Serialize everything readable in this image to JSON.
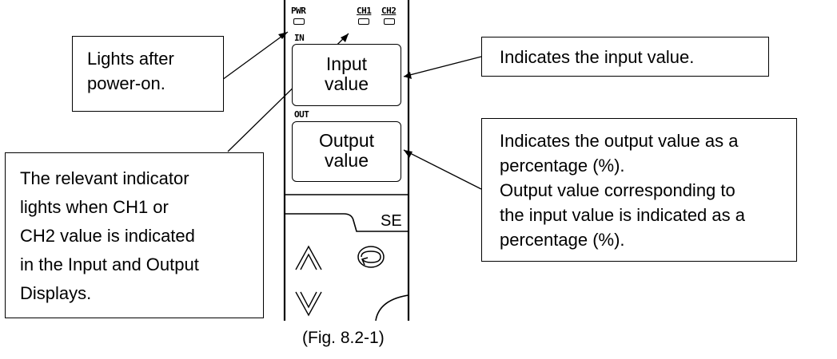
{
  "panel": {
    "indicators": {
      "pwr": "PWR",
      "ch1": "CH1",
      "ch2": "CH2"
    },
    "in_label": "IN",
    "out_label": "OUT",
    "input_display": {
      "line1": "Input",
      "line2": "value"
    },
    "output_display": {
      "line1": "Output",
      "line2": "value"
    },
    "key_area_label": "SE",
    "icons": [
      "up-arrow-key-icon",
      "mode-cycle-key-icon",
      "down-arrow-key-icon"
    ]
  },
  "callouts": {
    "power": {
      "lines": [
        "Lights after",
        "power-on."
      ]
    },
    "input": {
      "lines": [
        "Indicates the input value."
      ]
    },
    "output": {
      "lines": [
        "Indicates the output value as a",
        "percentage (%).",
        "Output value corresponding to",
        "the input value is indicated as a",
        "percentage (%)."
      ]
    },
    "channel": {
      "lines": [
        "The relevant indicator",
        "lights when CH1 or",
        "CH2 value is indicated",
        "in the Input and Output",
        "Displays."
      ]
    }
  },
  "caption": "(Fig. 8.2-1)"
}
